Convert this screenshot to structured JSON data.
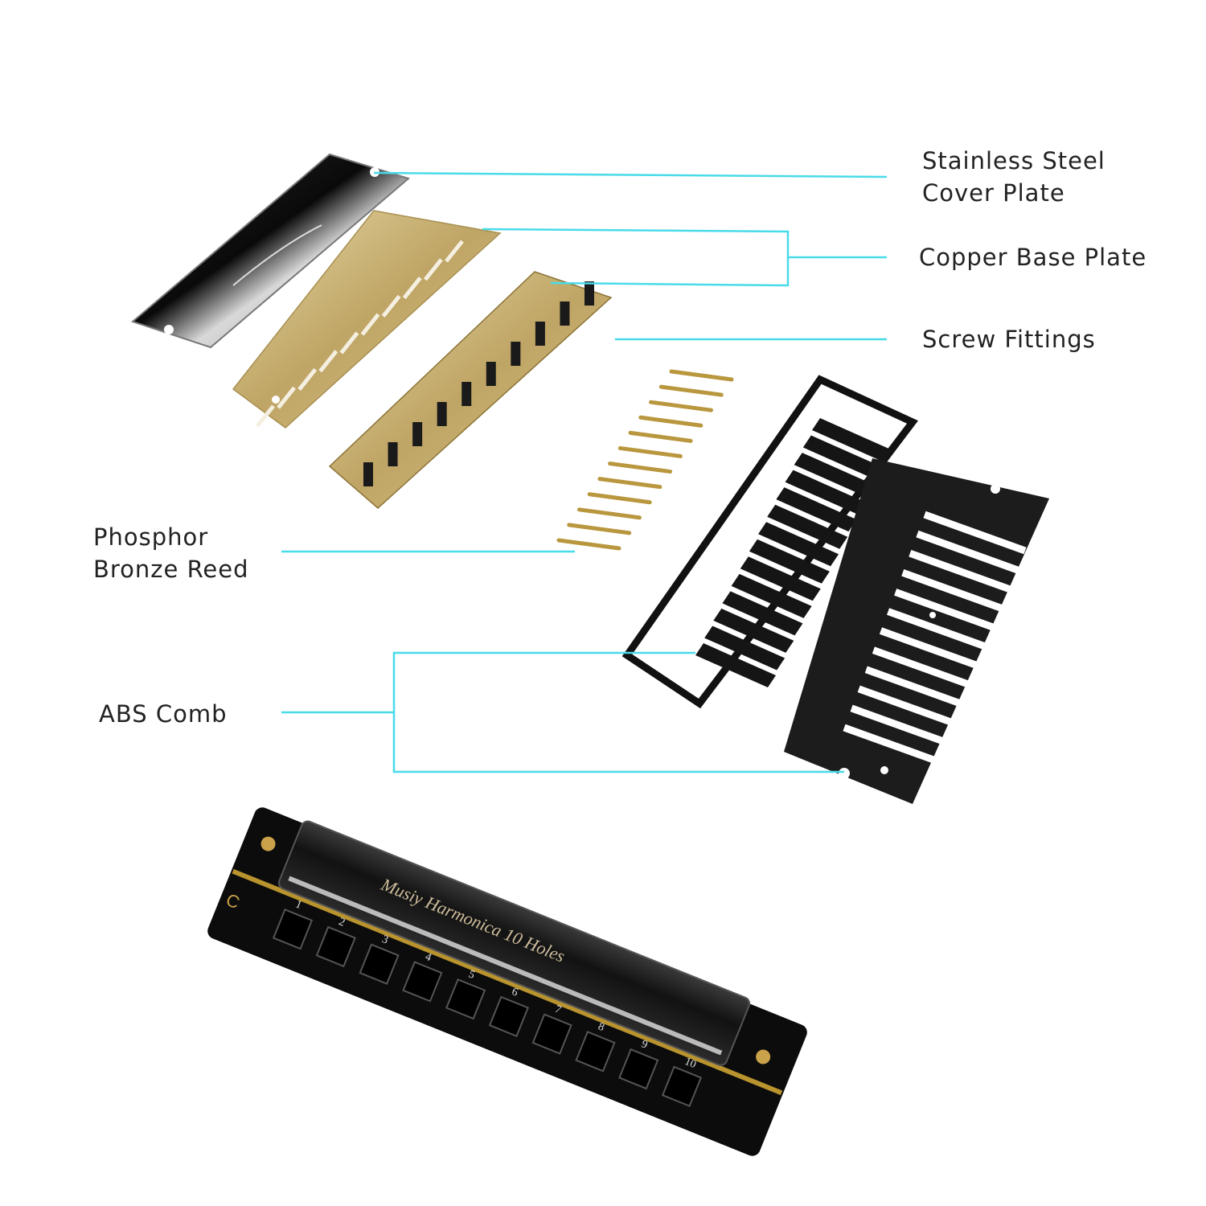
{
  "labels": {
    "cover_plate": [
      "Stainless Steel",
      "Cover Plate"
    ],
    "copper_base_plate": "Copper Base Plate",
    "screw_fittings": "Screw Fittings",
    "reed": [
      "Phosphor",
      "Bronze Reed"
    ],
    "comb": "ABS Comb"
  },
  "harmonica": {
    "key": "C",
    "engraving": "Musiy Harmonica 10 Holes",
    "hole_numbers": [
      "1",
      "2",
      "3",
      "4",
      "5",
      "6",
      "7",
      "8",
      "9",
      "10"
    ]
  },
  "colors": {
    "leader_line": "#49dbe9",
    "label_text": "#222222",
    "copper": "#c8b17a",
    "body": "#151515"
  }
}
